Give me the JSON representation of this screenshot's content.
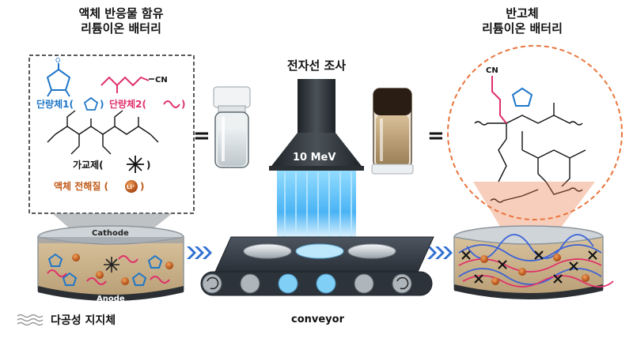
{
  "left_title": [
    "액체 반응물 함유",
    "리튬이온 배터리"
  ],
  "right_title": [
    "반고체",
    "리튬이온 배터리"
  ],
  "center_title": "전자선 조사",
  "beam_label": "10 MeV",
  "monomer1_label": "단량체1(",
  "monomer2_label": "단량체2(",
  "crosslinker_label": "가교제(",
  "electrolyte_label": "액체 전해질 (",
  "li_label": "Li⁺",
  "cn_label": "CN",
  "cathode_label": "Cathode",
  "anode_label": "Anode",
  "conveyor_label": "conveyor",
  "legend_label": "다공성 지지체",
  "equals": "=",
  "colors": {
    "monomer1": "#1f77c8",
    "monomer2": "#e0306a",
    "electrolyte": "#b84a10",
    "beam": "#39b8ff",
    "orange_dash": "#e8743b"
  }
}
